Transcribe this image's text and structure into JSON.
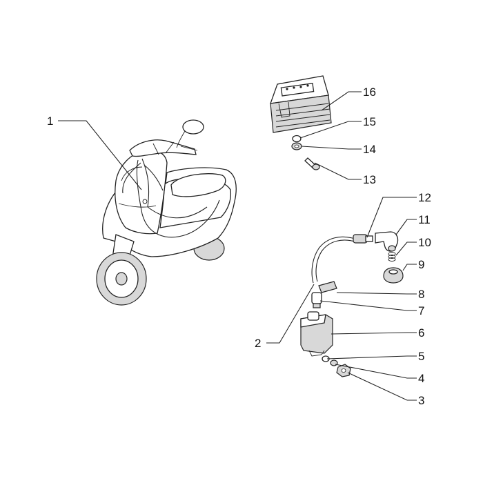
{
  "diagram": {
    "callouts": [
      {
        "id": "1",
        "text": "1"
      },
      {
        "id": "2",
        "text": "2"
      },
      {
        "id": "3",
        "text": "3"
      },
      {
        "id": "4",
        "text": "4"
      },
      {
        "id": "5",
        "text": "5"
      },
      {
        "id": "6",
        "text": "6"
      },
      {
        "id": "7",
        "text": "7"
      },
      {
        "id": "8",
        "text": "8"
      },
      {
        "id": "9",
        "text": "9"
      },
      {
        "id": "10",
        "text": "10"
      },
      {
        "id": "11",
        "text": "11"
      },
      {
        "id": "12",
        "text": "12"
      },
      {
        "id": "13",
        "text": "13"
      },
      {
        "id": "14",
        "text": "14"
      },
      {
        "id": "15",
        "text": "15"
      },
      {
        "id": "16",
        "text": "16"
      }
    ],
    "colors": {
      "ink": "#222222",
      "background": "#ffffff"
    }
  }
}
